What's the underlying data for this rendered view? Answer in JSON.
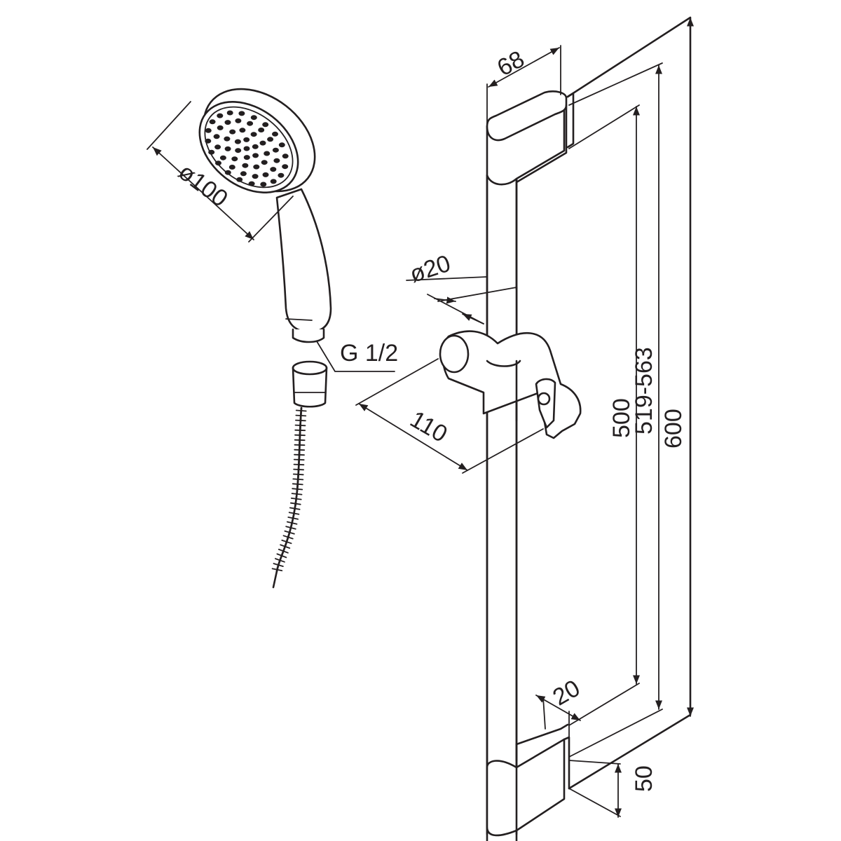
{
  "dimensions": {
    "head_diameter": "ø100",
    "thread": "G 1/2",
    "bar_diameter": "ø20",
    "slider_depth": "110",
    "bracket_width": "68",
    "bar_length": "500",
    "bracket_spacing": "519-563",
    "overall_height": "600",
    "bar_offset": "20",
    "bracket_height": "50"
  },
  "colors": {
    "line": "#231f20",
    "background": "#ffffff"
  }
}
